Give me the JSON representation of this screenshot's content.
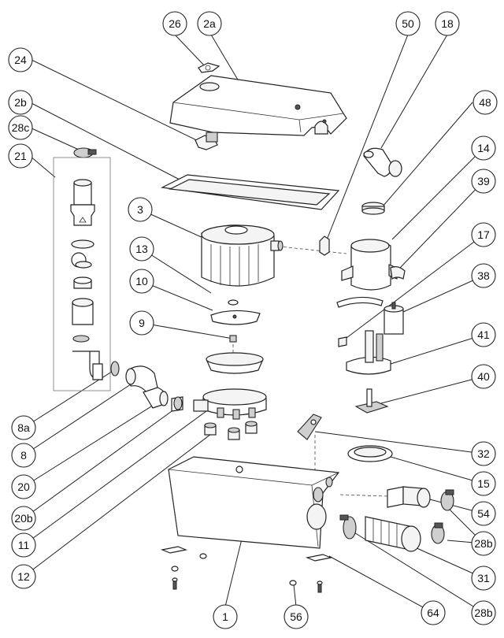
{
  "diagram": {
    "callouts": [
      {
        "id": "c-26",
        "label": "26"
      },
      {
        "id": "c-2a",
        "label": "2a"
      },
      {
        "id": "c-50",
        "label": "50"
      },
      {
        "id": "c-18",
        "label": "18"
      },
      {
        "id": "c-24",
        "label": "24"
      },
      {
        "id": "c-48",
        "label": "48"
      },
      {
        "id": "c-2b",
        "label": "2b"
      },
      {
        "id": "c-28c",
        "label": "28c"
      },
      {
        "id": "c-14",
        "label": "14"
      },
      {
        "id": "c-21",
        "label": "21"
      },
      {
        "id": "c-39",
        "label": "39"
      },
      {
        "id": "c-3",
        "label": "3"
      },
      {
        "id": "c-17",
        "label": "17"
      },
      {
        "id": "c-13",
        "label": "13"
      },
      {
        "id": "c-38",
        "label": "38"
      },
      {
        "id": "c-10",
        "label": "10"
      },
      {
        "id": "c-9",
        "label": "9"
      },
      {
        "id": "c-41",
        "label": "41"
      },
      {
        "id": "c-40",
        "label": "40"
      },
      {
        "id": "c-8a",
        "label": "8a"
      },
      {
        "id": "c-8",
        "label": "8"
      },
      {
        "id": "c-32",
        "label": "32"
      },
      {
        "id": "c-20",
        "label": "20"
      },
      {
        "id": "c-15",
        "label": "15"
      },
      {
        "id": "c-20b",
        "label": "20b"
      },
      {
        "id": "c-54",
        "label": "54"
      },
      {
        "id": "c-11",
        "label": "11"
      },
      {
        "id": "c-28b-1",
        "label": "28b"
      },
      {
        "id": "c-12",
        "label": "12"
      },
      {
        "id": "c-31",
        "label": "31"
      },
      {
        "id": "c-1",
        "label": "1"
      },
      {
        "id": "c-56",
        "label": "56"
      },
      {
        "id": "c-64",
        "label": "64"
      },
      {
        "id": "c-28b-2",
        "label": "28b"
      }
    ]
  }
}
